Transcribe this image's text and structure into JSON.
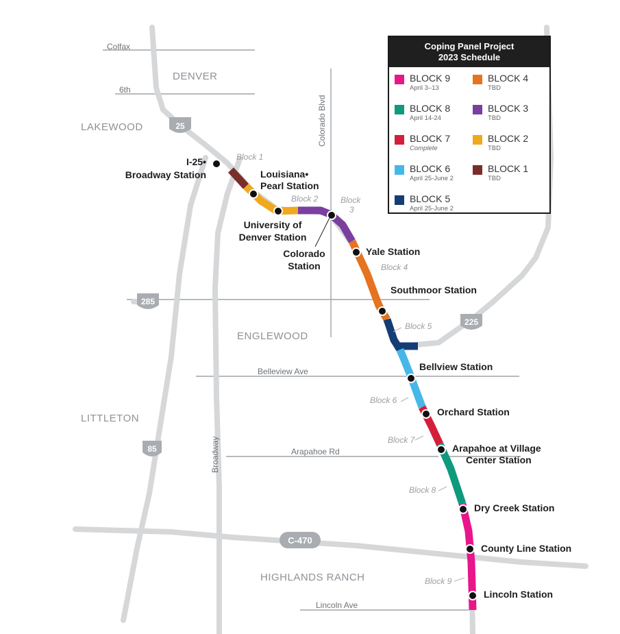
{
  "areas": {
    "denver": "DENVER",
    "lakewood": "LAKEWOOD",
    "englewood": "ENGLEWOOD",
    "littleton": "LITTLETON",
    "highlands_ranch": "HIGHLANDS RANCH"
  },
  "streets": {
    "colfax": "Colfax",
    "sixth": "6th",
    "colorado_blvd": "Colorado Blvd",
    "belleview": "Belleview Ave",
    "arapahoe": "Arapahoe Rd",
    "broadway": "Broadway",
    "lincoln": "Lincoln Ave"
  },
  "shields": {
    "i25": "25",
    "us285": "285",
    "i225": "225",
    "us85": "85",
    "c470": "C-470"
  },
  "stations": {
    "i25_broadway_1": "I-25•",
    "i25_broadway_2": "Broadway Station",
    "louisiana_1": "Louisiana•",
    "louisiana_2": "Pearl Station",
    "du_1": "University of",
    "du_2": "Denver Station",
    "colorado_1": "Colorado",
    "colorado_2": "Station",
    "yale": "Yale Station",
    "southmoor": "Southmoor Station",
    "belleview": "Bellview Station",
    "orchard": "Orchard Station",
    "arapahoe_1": "Arapahoe at Village",
    "arapahoe_2": "Center Station",
    "dry_creek": "Dry Creek Station",
    "county_line": "County Line Station",
    "lincoln": "Lincoln Station"
  },
  "block_labels": {
    "b1": "Block 1",
    "b2": "Block 2",
    "b3a": "Block",
    "b3b": "3",
    "b4": "Block 4",
    "b5": "Block 5",
    "b6": "Block 6",
    "b7": "Block 7",
    "b8": "Block 8",
    "b9": "Block 9"
  },
  "legend": {
    "title_1": "Coping Panel Project",
    "title_2": "2023 Schedule",
    "items": [
      {
        "label": "BLOCK 9",
        "date": "April 3–13",
        "color": "#e8168a"
      },
      {
        "label": "BLOCK 4",
        "date": "TBD",
        "color": "#e5731f"
      },
      {
        "label": "BLOCK 8",
        "date": "April 14-24",
        "color": "#0f9a7e"
      },
      {
        "label": "BLOCK 3",
        "date": "TBD",
        "color": "#7b3fa0"
      },
      {
        "label": "BLOCK 7",
        "date": "Complete",
        "color": "#d31f3a"
      },
      {
        "label": "BLOCK 2",
        "date": "TBD",
        "color": "#f0a91e"
      },
      {
        "label": "BLOCK 6",
        "date": "April 25-June 2",
        "color": "#45b8e8"
      },
      {
        "label": "BLOCK 1",
        "date": "TBD",
        "color": "#7a2e2a"
      },
      {
        "label": "BLOCK 5",
        "date": "April 25-June 2",
        "color": "#143d75"
      }
    ]
  }
}
